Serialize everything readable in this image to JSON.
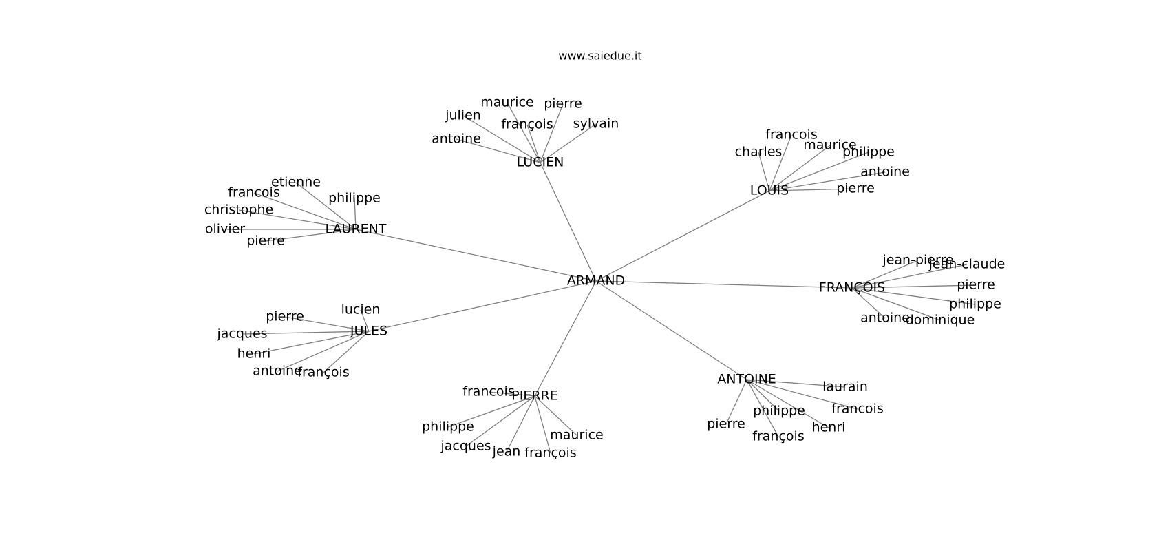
{
  "title": "www.saiedue.it",
  "colors": {
    "edge": "#808080",
    "text": "#000000",
    "background": "#ffffff"
  },
  "root": "ARMAND",
  "groups": [
    {
      "hub": "LUCIEN",
      "children": [
        "maurice",
        "pierre",
        "julien",
        "françois",
        "sylvain",
        "antoine"
      ]
    },
    {
      "hub": "LOUIS",
      "children": [
        "francois",
        "maurice",
        "charles",
        "philippe",
        "antoine",
        "pierre"
      ]
    },
    {
      "hub": "LAURENT",
      "children": [
        "etienne",
        "francois",
        "philippe",
        "christophe",
        "olivier",
        "pierre"
      ]
    },
    {
      "hub": "FRANÇOIS",
      "children": [
        "jean-pierre",
        "jean-claude",
        "pierre",
        "philippe",
        "antoine",
        "dominique"
      ]
    },
    {
      "hub": "JULES",
      "children": [
        "lucien",
        "pierre",
        "jacques",
        "henri",
        "antoine",
        "françois"
      ]
    },
    {
      "hub": "ANTOINE",
      "children": [
        "laurain",
        "francois",
        "philippe",
        "henri",
        "pierre",
        "françois"
      ]
    },
    {
      "hub": "PIERRE",
      "children": [
        "francois",
        "philippe",
        "maurice",
        "jacques",
        "jean",
        "françois"
      ]
    }
  ]
}
